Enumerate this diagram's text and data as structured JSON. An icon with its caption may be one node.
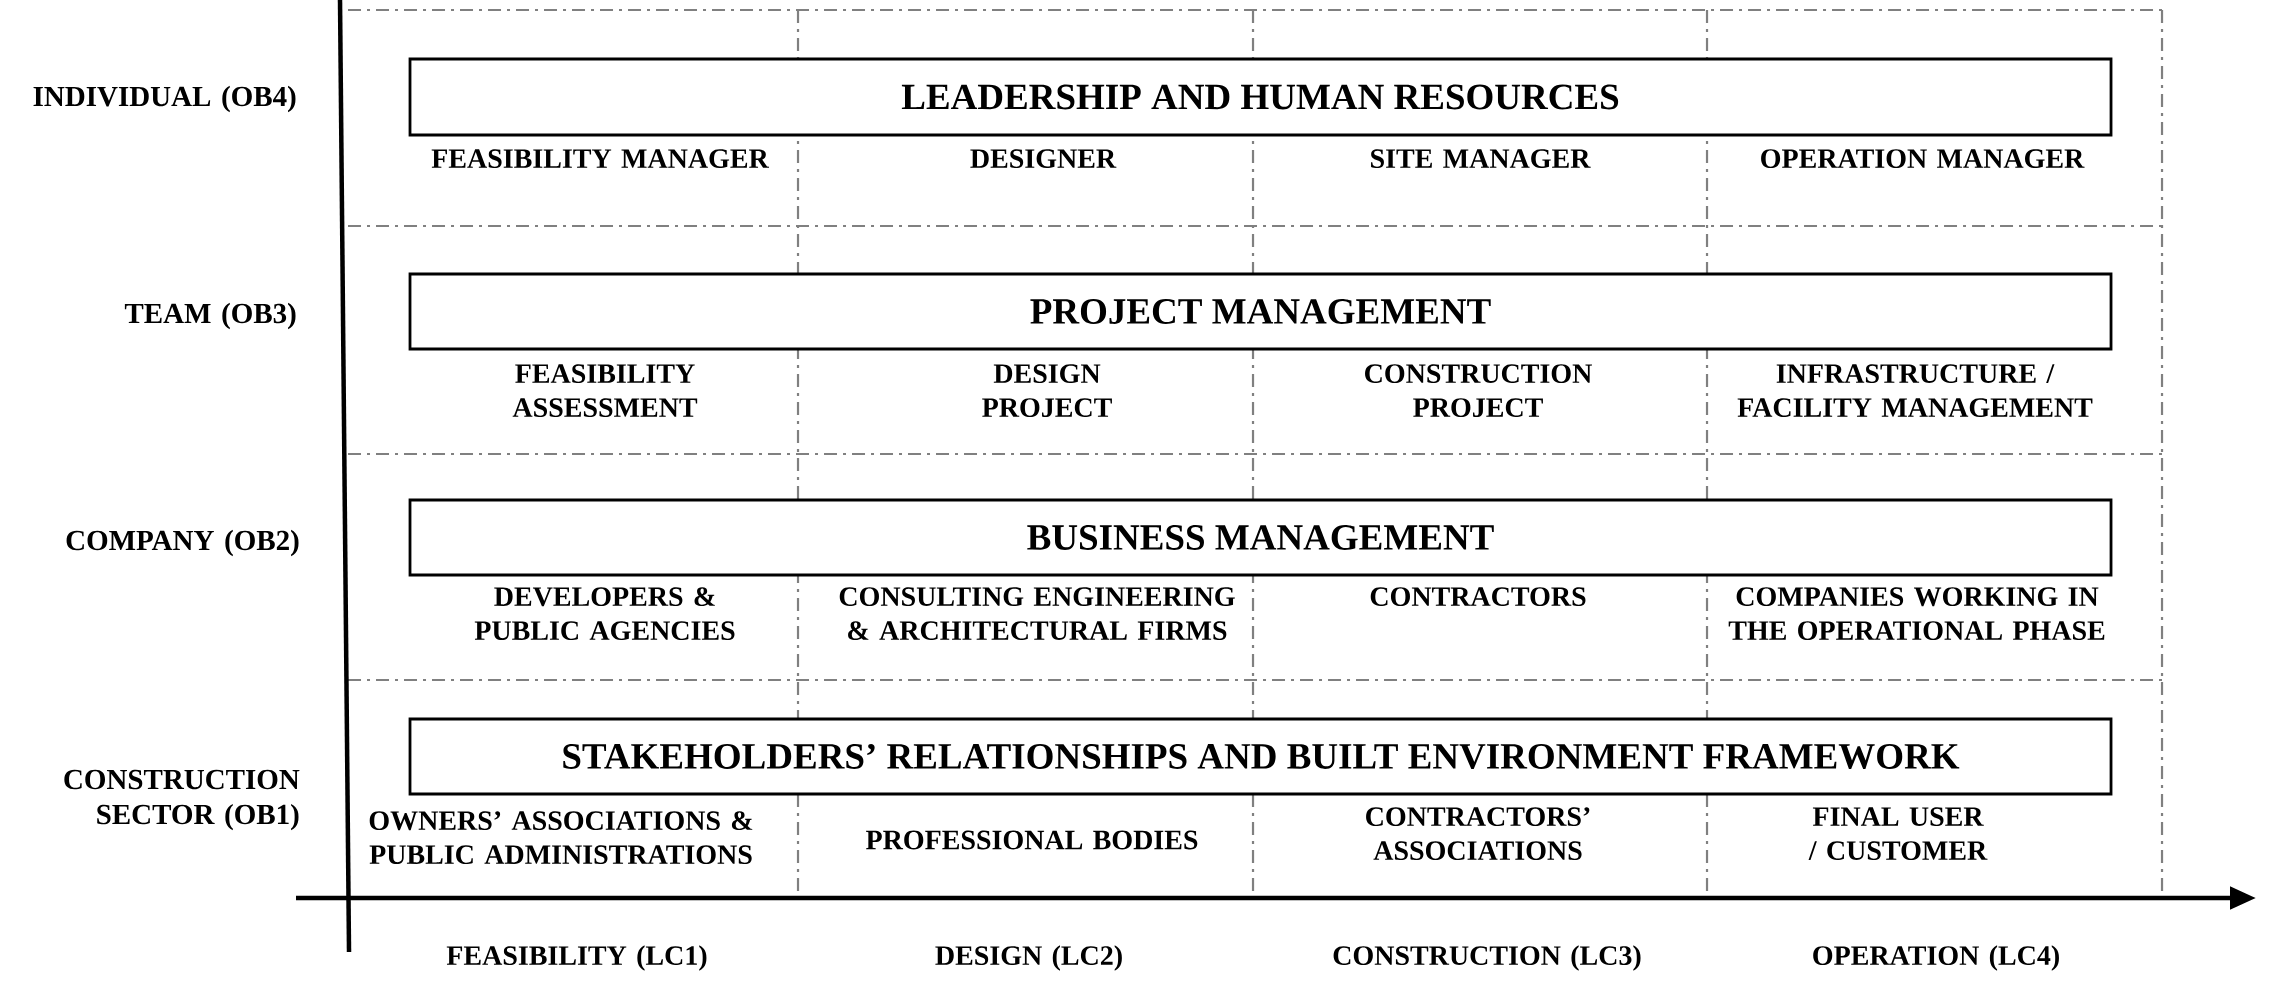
{
  "diagram": {
    "nodes": [
      {
        "text": [
          "LEADERSHIP AND HUMAN RESOURCES"
        ]
      },
      {
        "text": [
          "PROJECT MANAGEMENT"
        ]
      },
      {
        "text": [
          "BUSINESS MANAGEMENT"
        ]
      },
      {
        "text": [
          "STAKEHOLDERS’ RELATIONSHIPS AND BUILT ENVIRONMENT FRAMEWORK"
        ]
      }
    ],
    "labels": [
      "INDIVIDUAL (OB4)",
      "FEASIBILITY MANAGER",
      "DESIGNER",
      "SITE MANAGER",
      "OPERATION MANAGER",
      "TEAM (OB3)",
      "FEASIBILITY ASSESSMENT",
      "DESIGN PROJECT",
      "CONSTRUCTION PROJECT",
      "INFRASTRUCTURE / FACILITY MANAGEMENT",
      "COMPANY (OB2)",
      "DEVELOPERS & PUBLIC AGENCIES",
      "CONSULTING ENGINEERING & ARCHITECTURAL FIRMS",
      "CONTRACTORS",
      "COMPANIES WORKING IN THE OPERATIONAL PHASE",
      "CONSTRUCTION SECTOR (OB1)",
      "OWNERS’ ASSOCIATIONS & PUBLIC ADMINISTRATIONS",
      "PROFESSIONAL BODIES",
      "CONTRACTORS’ ASSOCIATIONS",
      "FINAL USER / CUSTOMER",
      "FEASIBILITY (LC1)",
      "DESIGN (LC2)",
      "CONSTRUCTION (LC3)",
      "OPERATION (LC4)"
    ]
  }
}
